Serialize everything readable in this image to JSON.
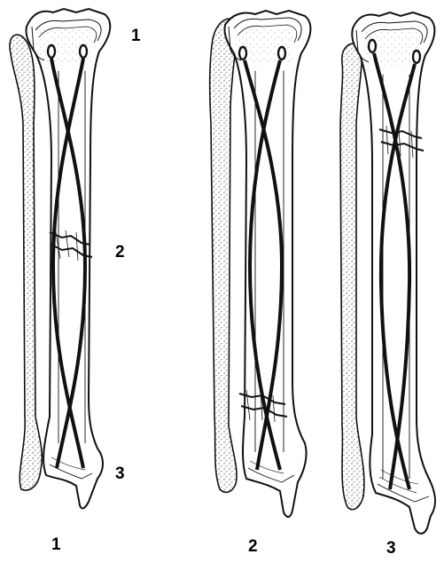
{
  "colors": {
    "ink": "#111111",
    "bone_fill": "#ffffff",
    "stipple": "#222222",
    "background": "#ffffff"
  },
  "level_labels": [
    "1",
    "2",
    "3"
  ],
  "figure_labels": [
    "1",
    "2",
    "3"
  ],
  "figures": [
    {
      "id": "fig-1",
      "fracture_level": "middle",
      "nails": 2
    },
    {
      "id": "fig-2",
      "fracture_level": "distal",
      "nails": 2
    },
    {
      "id": "fig-3",
      "fracture_level": "proximal",
      "nails": 2
    }
  ]
}
